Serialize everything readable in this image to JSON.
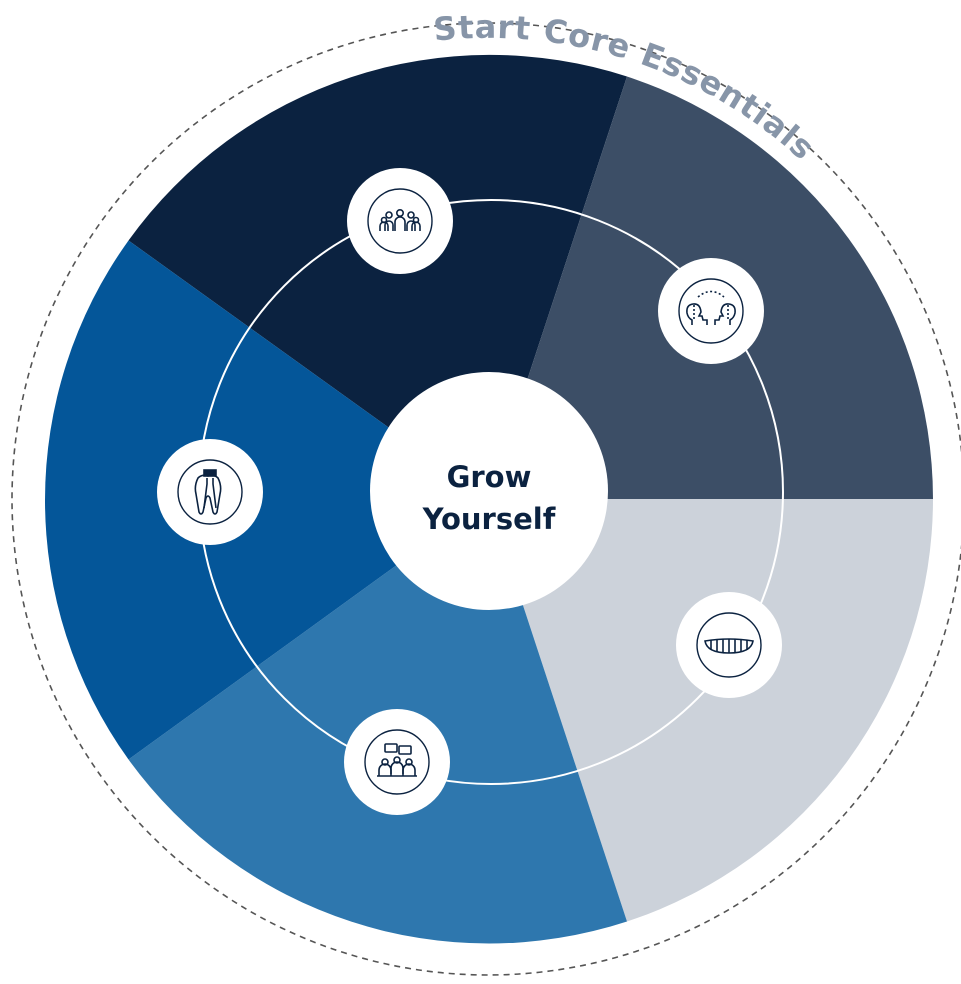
{
  "diagram": {
    "arc_title": "Start Core Essentials",
    "center_title_line1": "Grow",
    "center_title_line2": "Yourself",
    "colors": {
      "arc_title": "#8795a8",
      "center_text": "#0b2240",
      "dashed_border": "#555555",
      "inner_ring": "#ffffff",
      "icon_stroke": "#0b2240"
    },
    "segments": [
      {
        "id": "top",
        "color": "#0b2240"
      },
      {
        "id": "upper-right",
        "color": "#3c4e66"
      },
      {
        "id": "lower-right",
        "color": "#ccd2da"
      },
      {
        "id": "bottom",
        "color": "#2e77ae"
      },
      {
        "id": "left",
        "color": "#045699"
      }
    ],
    "icons": [
      {
        "name": "team-group-icon"
      },
      {
        "name": "head-to-head-icon"
      },
      {
        "name": "teeth-smile-icon"
      },
      {
        "name": "group-discussion-icon"
      },
      {
        "name": "tooth-root-canal-icon"
      }
    ]
  }
}
